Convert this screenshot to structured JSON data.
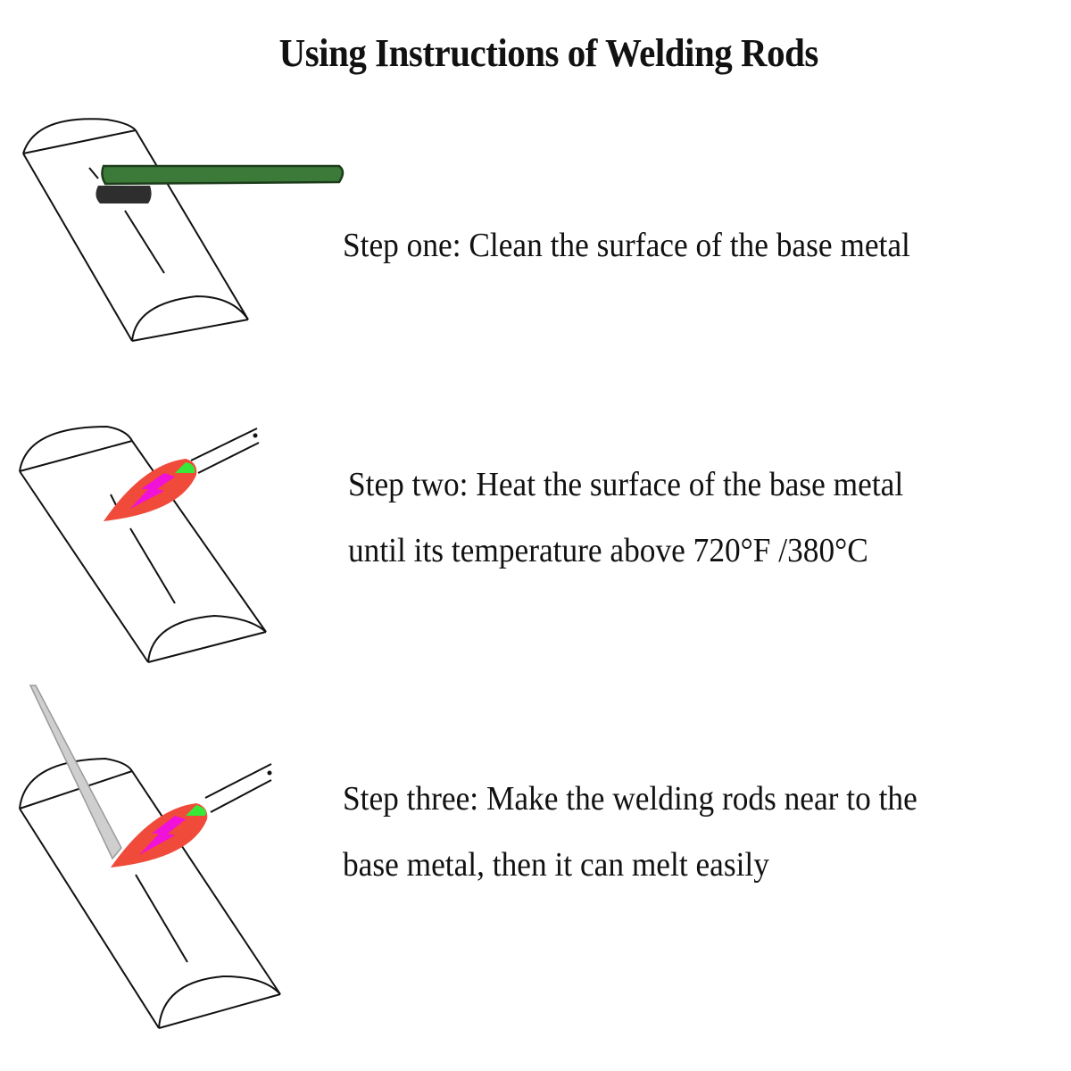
{
  "title": "Using Instructions of Welding Rods",
  "colors": {
    "brush_handle": "#3c7a3a",
    "brush_bristles": "#2e2e2e",
    "flame_outer": "#f04a3a",
    "flame_inner": "#f012d8",
    "flame_tip": "#38e838",
    "rod": "#c8c8c8",
    "line": "#111111"
  },
  "steps": [
    {
      "icon": "wire-brush-cleaning",
      "lines": [
        "Step one: Clean the surface of the base metal"
      ]
    },
    {
      "icon": "torch-heating",
      "lines": [
        "Step two: Heat the surface of the base metal",
        "until its temperature above 720°F /380°C"
      ]
    },
    {
      "icon": "torch-and-rod-welding",
      "lines": [
        "Step three: Make the welding rods near to the",
        "base metal, then it can melt easily"
      ]
    }
  ]
}
